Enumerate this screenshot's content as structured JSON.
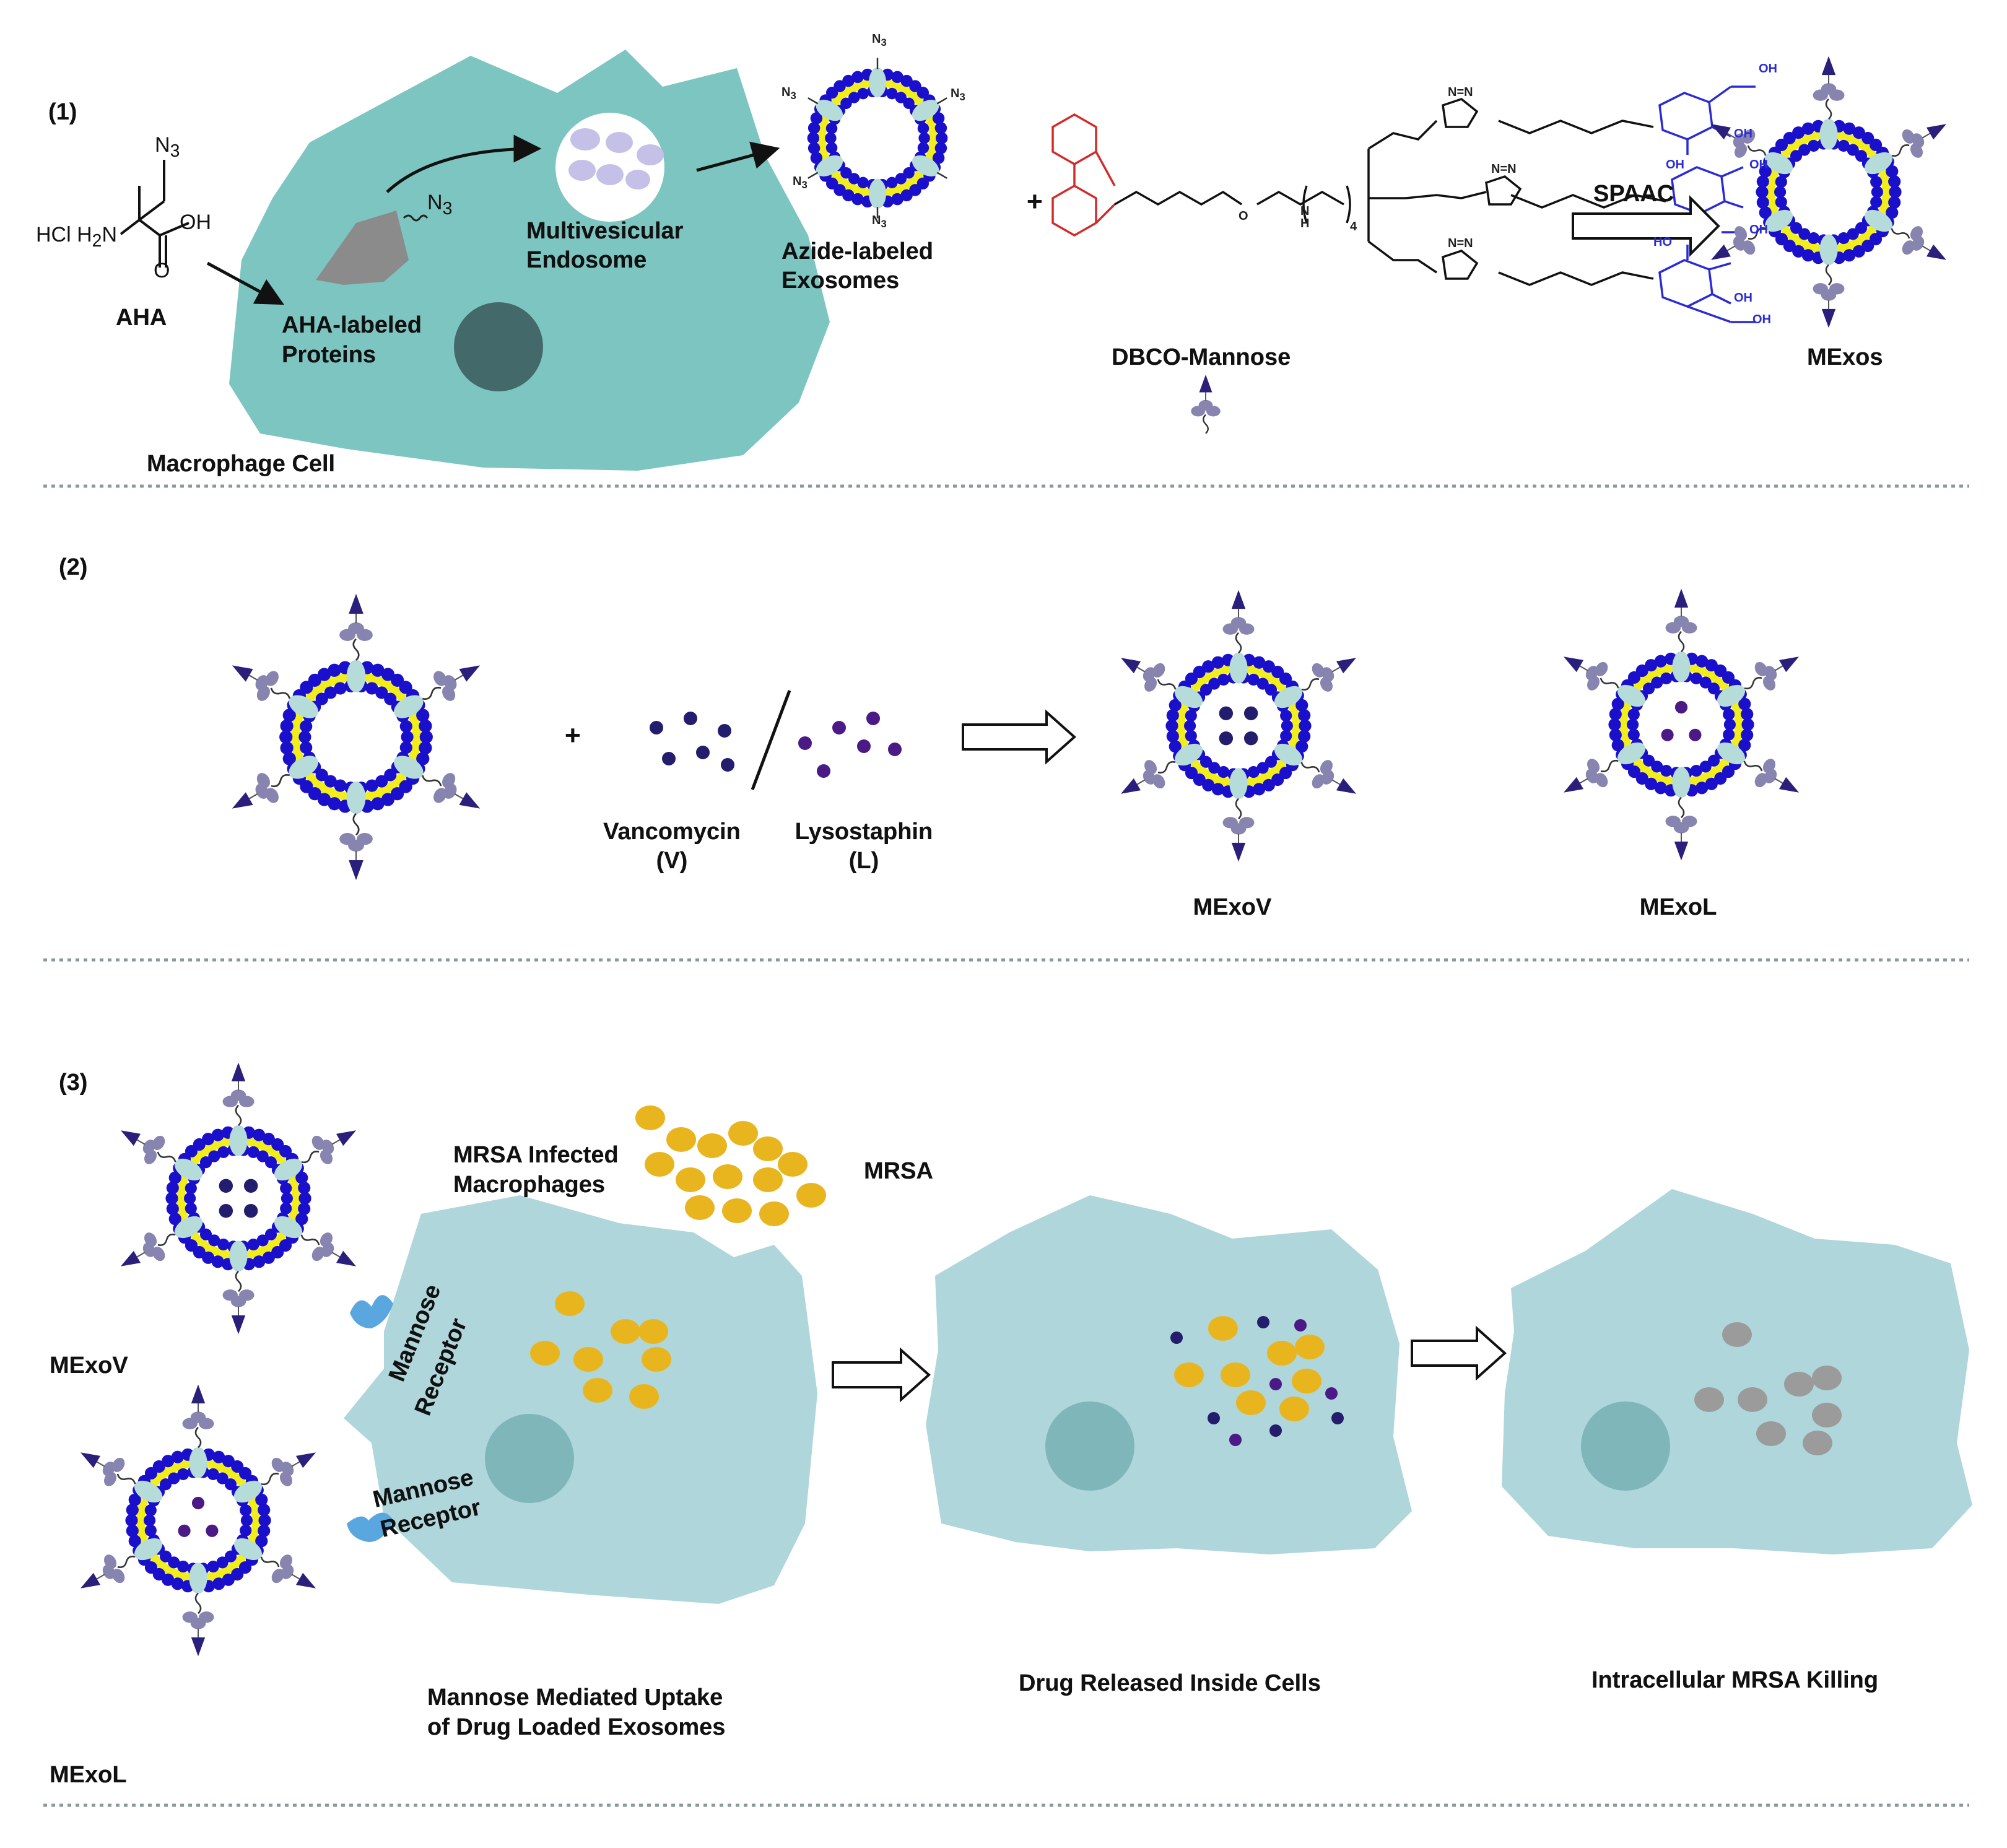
{
  "panels": [
    {
      "label": "(1)"
    },
    {
      "label": "(2)"
    },
    {
      "label": "(3)"
    }
  ],
  "panel1": {
    "aha_label": "AHA",
    "aha_formula_salt": "HCl H",
    "aha_formula_n": "N",
    "aha_oh": "OH",
    "aha_o": "O",
    "aha_n3": "N",
    "proteins_label_1": "AHA-labeled",
    "proteins_label_2": "Proteins",
    "protein_n3": "N",
    "endosome_label_1": "Multivesicular",
    "endosome_label_2": "Endosome",
    "exosome_label_1": "Azide-labeled",
    "exosome_label_2": "Exosomes",
    "cell_label": "Macrophage Cell",
    "plus": "+",
    "dbco_label": "DBCO-Mannose",
    "spaac_label": "SPAAC",
    "mexos_label": "MExos",
    "n3_tag": "N",
    "sub3": "3"
  },
  "panel2": {
    "plus": "+",
    "vancomycin_1": "Vancomycin",
    "vancomycin_2": "(V)",
    "lysostaphin_1": "Lysostaphin",
    "lysostaphin_2": "(L)",
    "mexov_label": "MExoV",
    "mexol_label": "MExoL"
  },
  "panel3": {
    "mexov_label": "MExoV",
    "mexol_label": "MExoL",
    "infected_1": "MRSA Infected",
    "infected_2": "Macrophages",
    "mrsa_label": "MRSA",
    "receptor_1a": "Mannose",
    "receptor_1b": "Receptor",
    "receptor_2a": "Mannose",
    "receptor_2b": "Receptor",
    "uptake_1": "Mannose Mediated Uptake",
    "uptake_2": "of Drug Loaded Exosomes",
    "released": "Drug Released Inside Cells",
    "killing": "Intracellular MRSA Killing"
  },
  "chem": {
    "oh": "OH",
    "ho": "HO",
    "o": "O",
    "n": "N",
    "h": "H",
    "nn": "N=N",
    "four": "4"
  },
  "colors": {
    "macrophage": "#7dc5c1",
    "infected_cell": "#afd6da",
    "nucleus_dark": "#44696b",
    "nucleus_light": "#7fb6ba",
    "lipid_head": "#1a10cc",
    "lipid_tail": "#f2ee1c",
    "membrane_protein": "#b6dcda",
    "mannose_arrow": "#2a1f7a",
    "mannose_sugar": "#8784b0",
    "vancomycin": "#241d6e",
    "lysostaphin": "#4c1a86",
    "mrsa": "#e9b51f",
    "dead_mrsa": "#9b9b9b",
    "dbco": "#d42a2a",
    "sugar_blue": "#2b2bd6"
  }
}
